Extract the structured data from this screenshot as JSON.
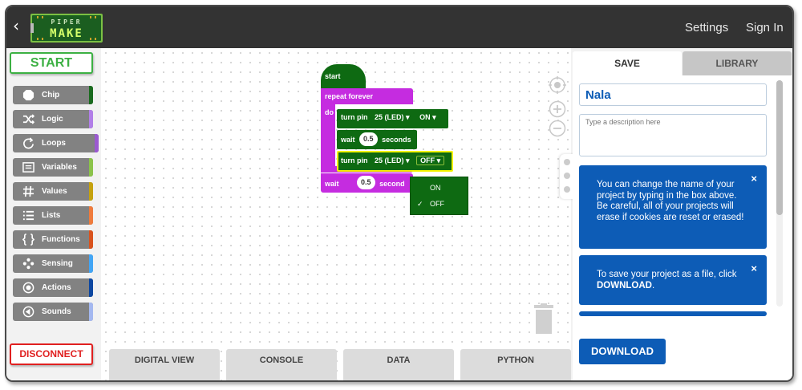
{
  "header": {
    "back_glyph": "‹",
    "logo_top": "PIPER",
    "logo_main": "MAKE",
    "settings": "Settings",
    "sign_in": "Sign In"
  },
  "sidebar": {
    "start": "START",
    "disconnect": "DISCONNECT",
    "categories": [
      {
        "label": "Chip",
        "icon": "chip-icon",
        "color": "#1a6b1f"
      },
      {
        "label": "Logic",
        "icon": "shuffle-icon",
        "color": "#b27fe8"
      },
      {
        "label": "Loops",
        "icon": "loop-icon",
        "color": "#9b59d0"
      },
      {
        "label": "Variables",
        "icon": "variables-icon",
        "color": "#8bc34a"
      },
      {
        "label": "Values",
        "icon": "hash-icon",
        "color": "#c5a20e"
      },
      {
        "label": "Lists",
        "icon": "list-icon",
        "color": "#ef7b3c"
      },
      {
        "label": "Functions",
        "icon": "braces-icon",
        "color": "#d9531e"
      },
      {
        "label": "Sensing",
        "icon": "sensing-icon",
        "color": "#42a5f5"
      },
      {
        "label": "Actions",
        "icon": "target-icon",
        "color": "#0d47a1"
      },
      {
        "label": "Sounds",
        "icon": "speaker-icon",
        "color": "#a4b8f0"
      }
    ]
  },
  "blocks": {
    "start": "start",
    "repeat_forever": "repeat forever",
    "do": "do",
    "turn_pin_1": {
      "label": "turn pin",
      "pin": "25 (LED)",
      "state": "ON"
    },
    "wait_1": {
      "label": "wait",
      "value": "0.5",
      "unit": "seconds"
    },
    "turn_pin_2": {
      "label": "turn pin",
      "pin": "25 (LED)",
      "state": "OFF"
    },
    "wait_2": {
      "label": "wait",
      "value": "0.5",
      "unit": "second"
    },
    "dropdown_options": [
      {
        "label": "ON",
        "checked": false
      },
      {
        "label": "OFF",
        "checked": true
      }
    ],
    "checkmark": "✓"
  },
  "bottom_tabs": [
    "DIGITAL VIEW",
    "CONSOLE",
    "DATA",
    "PYTHON"
  ],
  "panel": {
    "tab_save": "SAVE",
    "tab_library": "LIBRARY",
    "project_name": "Nala",
    "description_placeholder": "Type a description here",
    "close_glyph": "×",
    "note1": "You can change the name of your project by typing in the box above. Be careful, all of your projects will erase if cookies are reset or erased!",
    "note2_prefix": "To save your project as a file, click ",
    "note2_bold": "DOWNLOAD",
    "note2_suffix": ".",
    "download": "DOWNLOAD"
  },
  "colors": {
    "block_green": "#0e6a12",
    "block_purple": "#c52ce0",
    "accent_blue": "#0d5cb6",
    "start_green": "#3cb043",
    "disconnect_red": "#e02020"
  }
}
